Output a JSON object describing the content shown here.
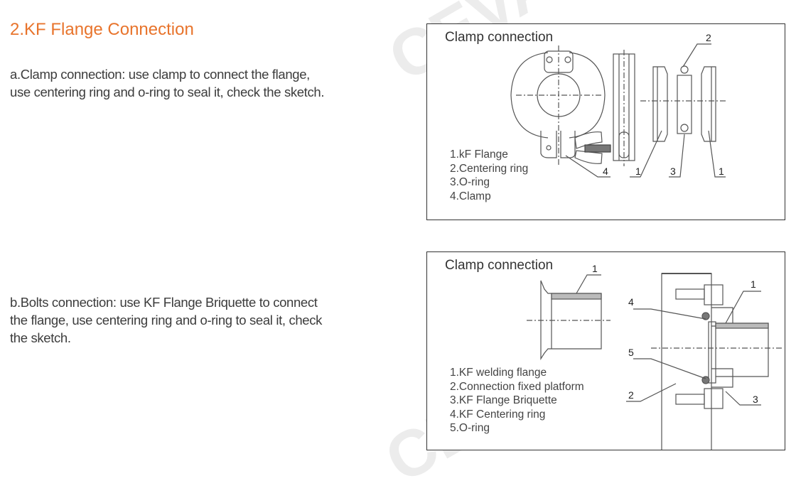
{
  "watermark": "CEVAC",
  "section": {
    "title": "2.KF Flange Connection"
  },
  "clamp_text": {
    "lines": [
      "a.Clamp connection: use clamp to connect the flange,",
      "use centering ring and o-ring to seal it, check the sketch."
    ]
  },
  "bolts_text": {
    "lines": [
      "b.Bolts connection: use KF Flange Briquette to connect",
      "the flange, use centering ring and o-ring to seal it, check",
      "the sketch."
    ]
  },
  "sketch1": {
    "title": "Clamp connection",
    "legend": [
      "1.kF Flange",
      "2.Centering ring",
      "3.O-ring",
      "4.Clamp"
    ],
    "callouts": [
      "2",
      "4",
      "1",
      "3",
      "1"
    ]
  },
  "sketch2": {
    "title": "Clamp connection",
    "legend": [
      "1.KF welding flange",
      "2.Connection fixed platform",
      "3.KF Flange Briquette",
      "4.KF Centering ring",
      "5.O-ring"
    ],
    "callouts": [
      "1",
      "1",
      "4",
      "5",
      "2",
      "3"
    ]
  }
}
